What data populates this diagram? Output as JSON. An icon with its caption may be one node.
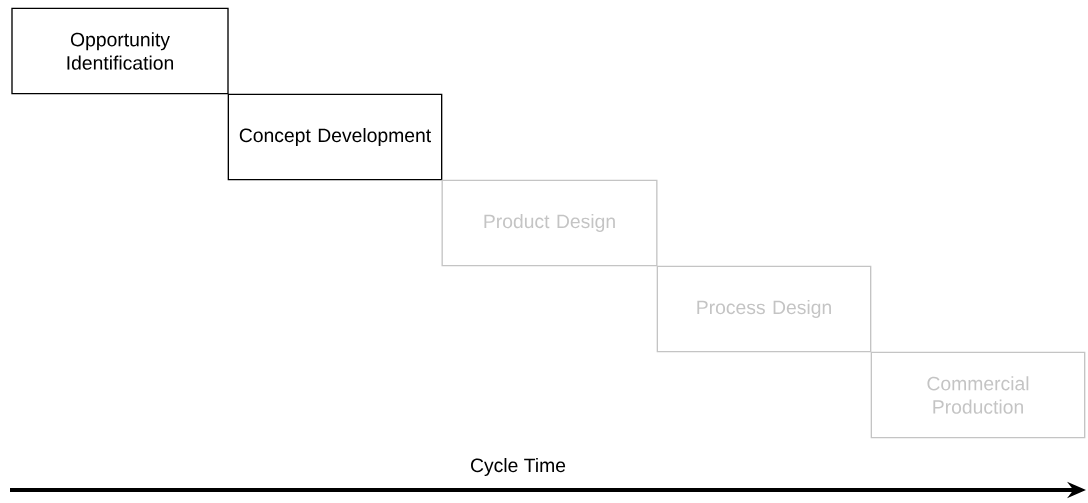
{
  "diagram": {
    "nodes": [
      {
        "text": [
          "Opportunity Identification"
        ]
      },
      {
        "text": [
          "Concept Development"
        ]
      },
      {
        "text": [
          "Product Design"
        ]
      },
      {
        "text": [
          "Process Design"
        ]
      },
      {
        "text": [
          "Commercial Production"
        ]
      }
    ],
    "labels": [
      "Cycle Time"
    ]
  }
}
